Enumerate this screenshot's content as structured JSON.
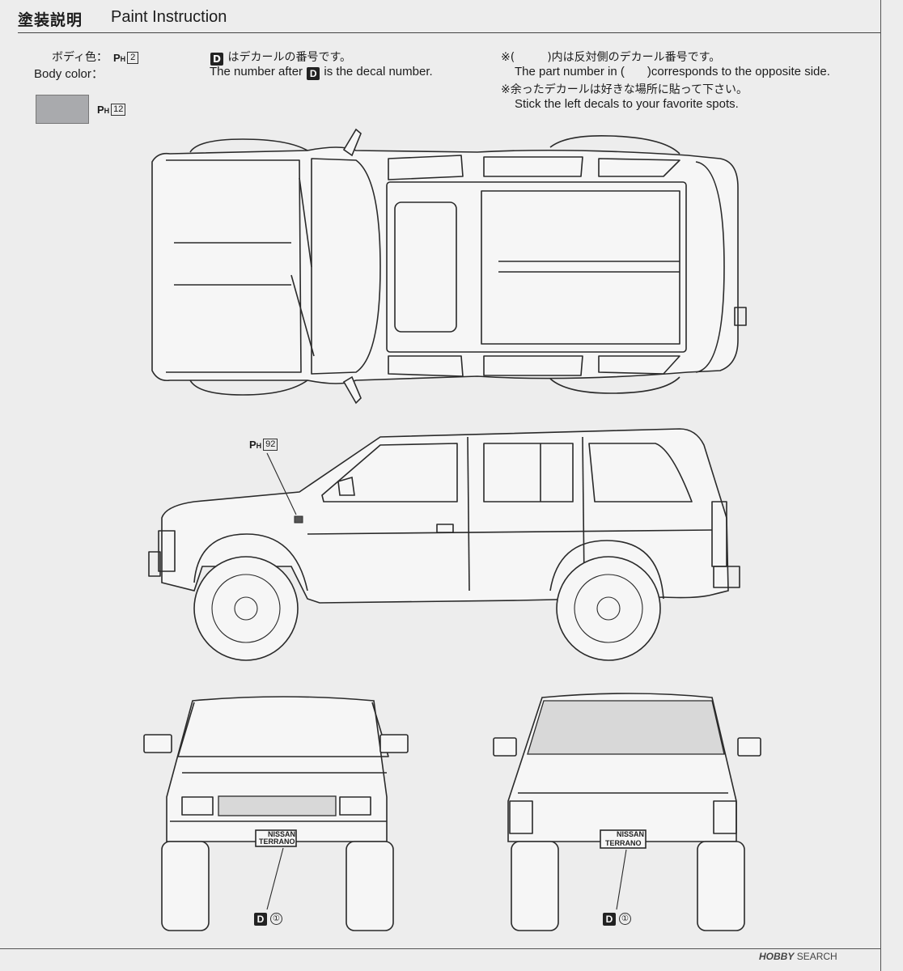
{
  "header": {
    "title_jp": "塗装説明",
    "title_en": "Paint Instruction"
  },
  "body_color": {
    "label_jp": "ボディ色：",
    "label_en": "Body color：",
    "code_prefix": "P",
    "code_sub": "H",
    "code_num": "2"
  },
  "swatch": {
    "color": "#a9aaad",
    "code_prefix": "P",
    "code_sub": "H",
    "code_num": "12"
  },
  "decal_note": {
    "box": "D",
    "jp": "はデカールの番号です。",
    "en_before": "The number after",
    "en_after": "is the decal number."
  },
  "notes": {
    "line1_jp_a": "※(",
    "line1_jp_b": ")内は反対側のデカール番号です。",
    "line1_en_a": "The part number in (",
    "line1_en_b": ")corresponds to the opposite side.",
    "line2_jp": "※余ったデカールは好きな場所に貼って下さい。",
    "line2_en": "Stick the left decals to your favorite spots."
  },
  "side_callout": {
    "code_prefix": "P",
    "code_sub": "H",
    "code_num": "92"
  },
  "front_callout": {
    "box": "D",
    "num": "①"
  },
  "rear_callout": {
    "box": "D",
    "num": "①"
  },
  "plate": {
    "brand": "NISSAN",
    "model": "TERRANO"
  },
  "watermark": {
    "brand": "HOBBY",
    "word": "SEARCH"
  }
}
